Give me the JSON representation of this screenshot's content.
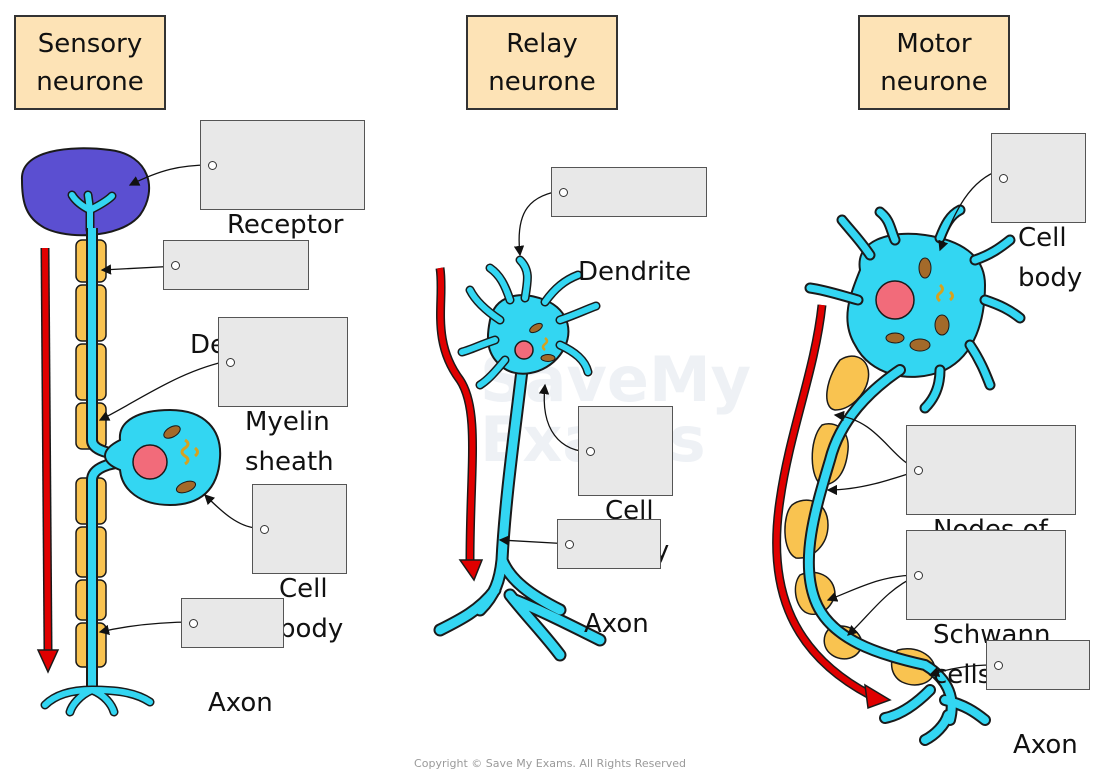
{
  "titles": {
    "sensory": "Sensory\nneurone",
    "relay": "Relay\nneurone",
    "motor": "Motor\nneurone"
  },
  "labels": {
    "receptor_cell": "Receptor\ncell",
    "dendron": "Dendron",
    "myelin_sheath": "Myelin\nsheath",
    "sensory_cell_body": "Cell\nbody",
    "sensory_axon": "Axon",
    "dendrite": "Dendrite",
    "relay_cell_body": "Cell\nbody",
    "relay_axon": "Axon",
    "motor_cell_body": "Cell\nbody",
    "nodes_of_ranvier": "Nodes of\nranvier",
    "schwann_cells": "Schwann\ncells",
    "motor_axon": "Axon"
  },
  "watermark": "SaveMy\nExams",
  "copyright": "Copyright © Save My Exams. All Rights Reserved",
  "colors": {
    "neurone": "#33d6f2",
    "outline": "#1a1a1a",
    "nucleus": "#f26b7a",
    "myelin": "#f9c350",
    "receptor": "#5b4fd1",
    "arrow": "#e00000",
    "title_box": "#fde3b6",
    "label_box": "#e8e8e8"
  }
}
